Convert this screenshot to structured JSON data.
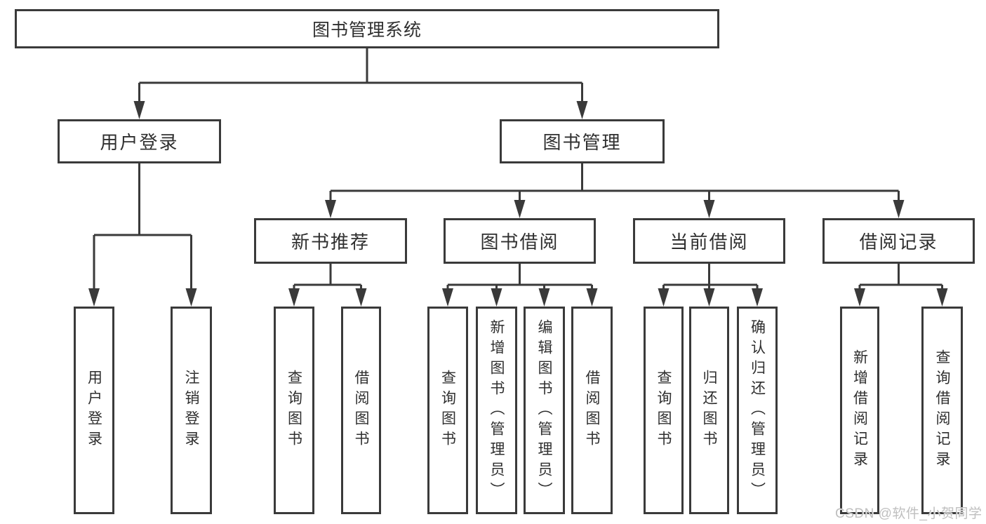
{
  "tree": {
    "label": "图书管理系统",
    "children": [
      {
        "label": "用户登录",
        "children": [
          {
            "label": "用户登录"
          },
          {
            "label": "注销登录"
          }
        ]
      },
      {
        "label": "图书管理",
        "children": [
          {
            "label": "新书推荐",
            "children": [
              {
                "label": "查询图书"
              },
              {
                "label": "借阅图书"
              }
            ]
          },
          {
            "label": "图书借阅",
            "children": [
              {
                "label": "查询图书"
              },
              {
                "label": "新增图书（管理员）"
              },
              {
                "label": "编辑图书（管理员）"
              },
              {
                "label": "借阅图书"
              }
            ]
          },
          {
            "label": "当前借阅",
            "children": [
              {
                "label": "查询图书"
              },
              {
                "label": "归还图书"
              },
              {
                "label": "确认归还（管理员）"
              }
            ]
          },
          {
            "label": "借阅记录",
            "children": [
              {
                "label": "新增借阅记录"
              },
              {
                "label": "查询借阅记录"
              }
            ]
          }
        ]
      }
    ]
  },
  "watermark": {
    "text": "CSDN @软件_小贺同学"
  },
  "colors": {
    "line": "#3a3a3a",
    "text": "#2f2f2f",
    "watermark": "#bfbfbf",
    "background": "#ffffff"
  }
}
